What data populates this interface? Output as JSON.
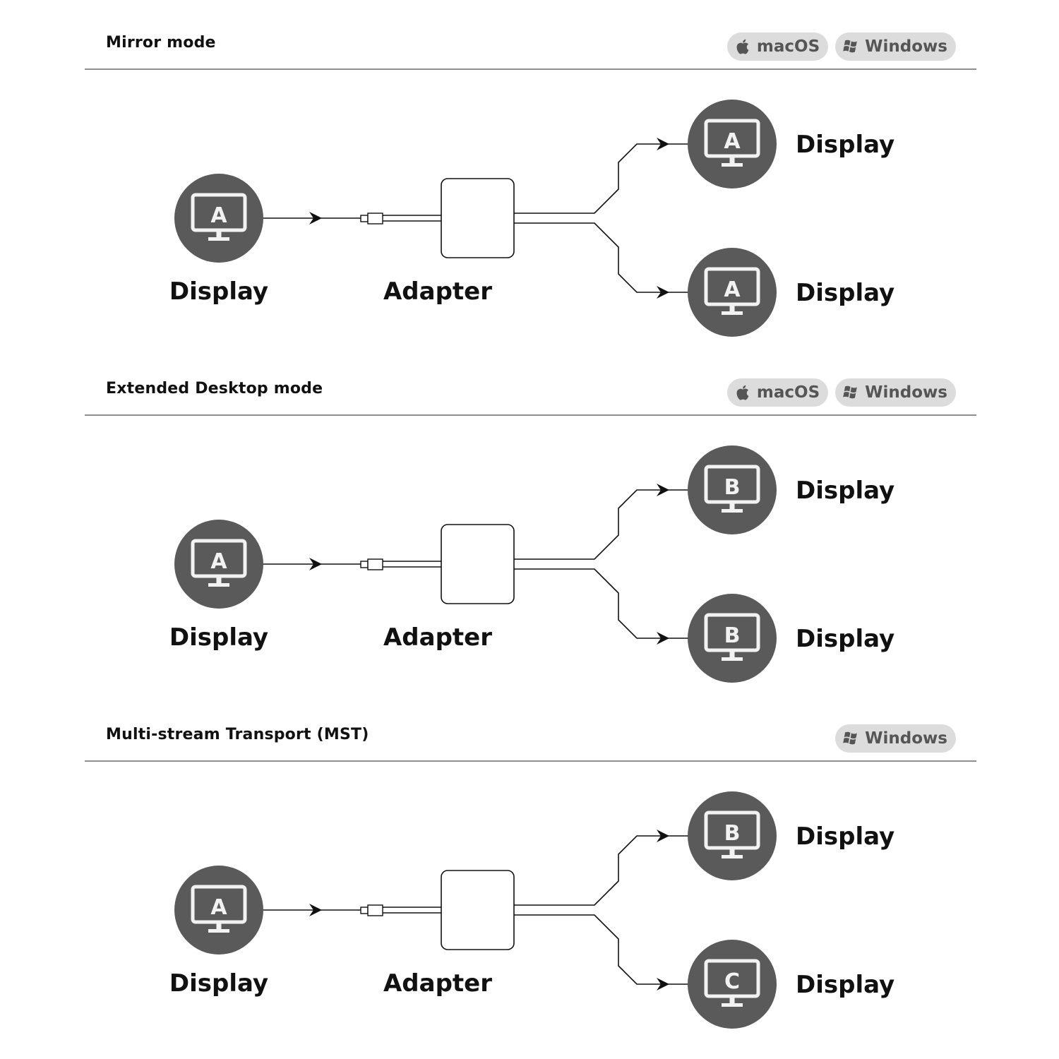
{
  "colors": {
    "circle": "#5a5a5a",
    "monitor_outline": "#f2f2f2",
    "badge_bg": "#dcdcdc",
    "badge_text": "#555555",
    "rule": "#8f8f8f"
  },
  "sections": [
    {
      "title": "Mirror mode",
      "badges": [
        {
          "label": "macOS",
          "icon": "apple-icon"
        },
        {
          "label": "Windows",
          "icon": "windows-icon"
        }
      ],
      "source": {
        "letter": "A",
        "label": "Display"
      },
      "adapter_label": "Adapter",
      "outputs": [
        {
          "letter": "A",
          "label": "Display"
        },
        {
          "letter": "A",
          "label": "Display"
        }
      ]
    },
    {
      "title": "Extended Desktop mode",
      "badges": [
        {
          "label": "macOS",
          "icon": "apple-icon"
        },
        {
          "label": "Windows",
          "icon": "windows-icon"
        }
      ],
      "source": {
        "letter": "A",
        "label": "Display"
      },
      "adapter_label": "Adapter",
      "outputs": [
        {
          "letter": "B",
          "label": "Display"
        },
        {
          "letter": "B",
          "label": "Display"
        }
      ]
    },
    {
      "title": "Multi-stream Transport (MST)",
      "badges": [
        {
          "label": "Windows",
          "icon": "windows-icon"
        }
      ],
      "source": {
        "letter": "A",
        "label": "Display"
      },
      "adapter_label": "Adapter",
      "outputs": [
        {
          "letter": "B",
          "label": "Display"
        },
        {
          "letter": "C",
          "label": "Display"
        }
      ]
    }
  ]
}
